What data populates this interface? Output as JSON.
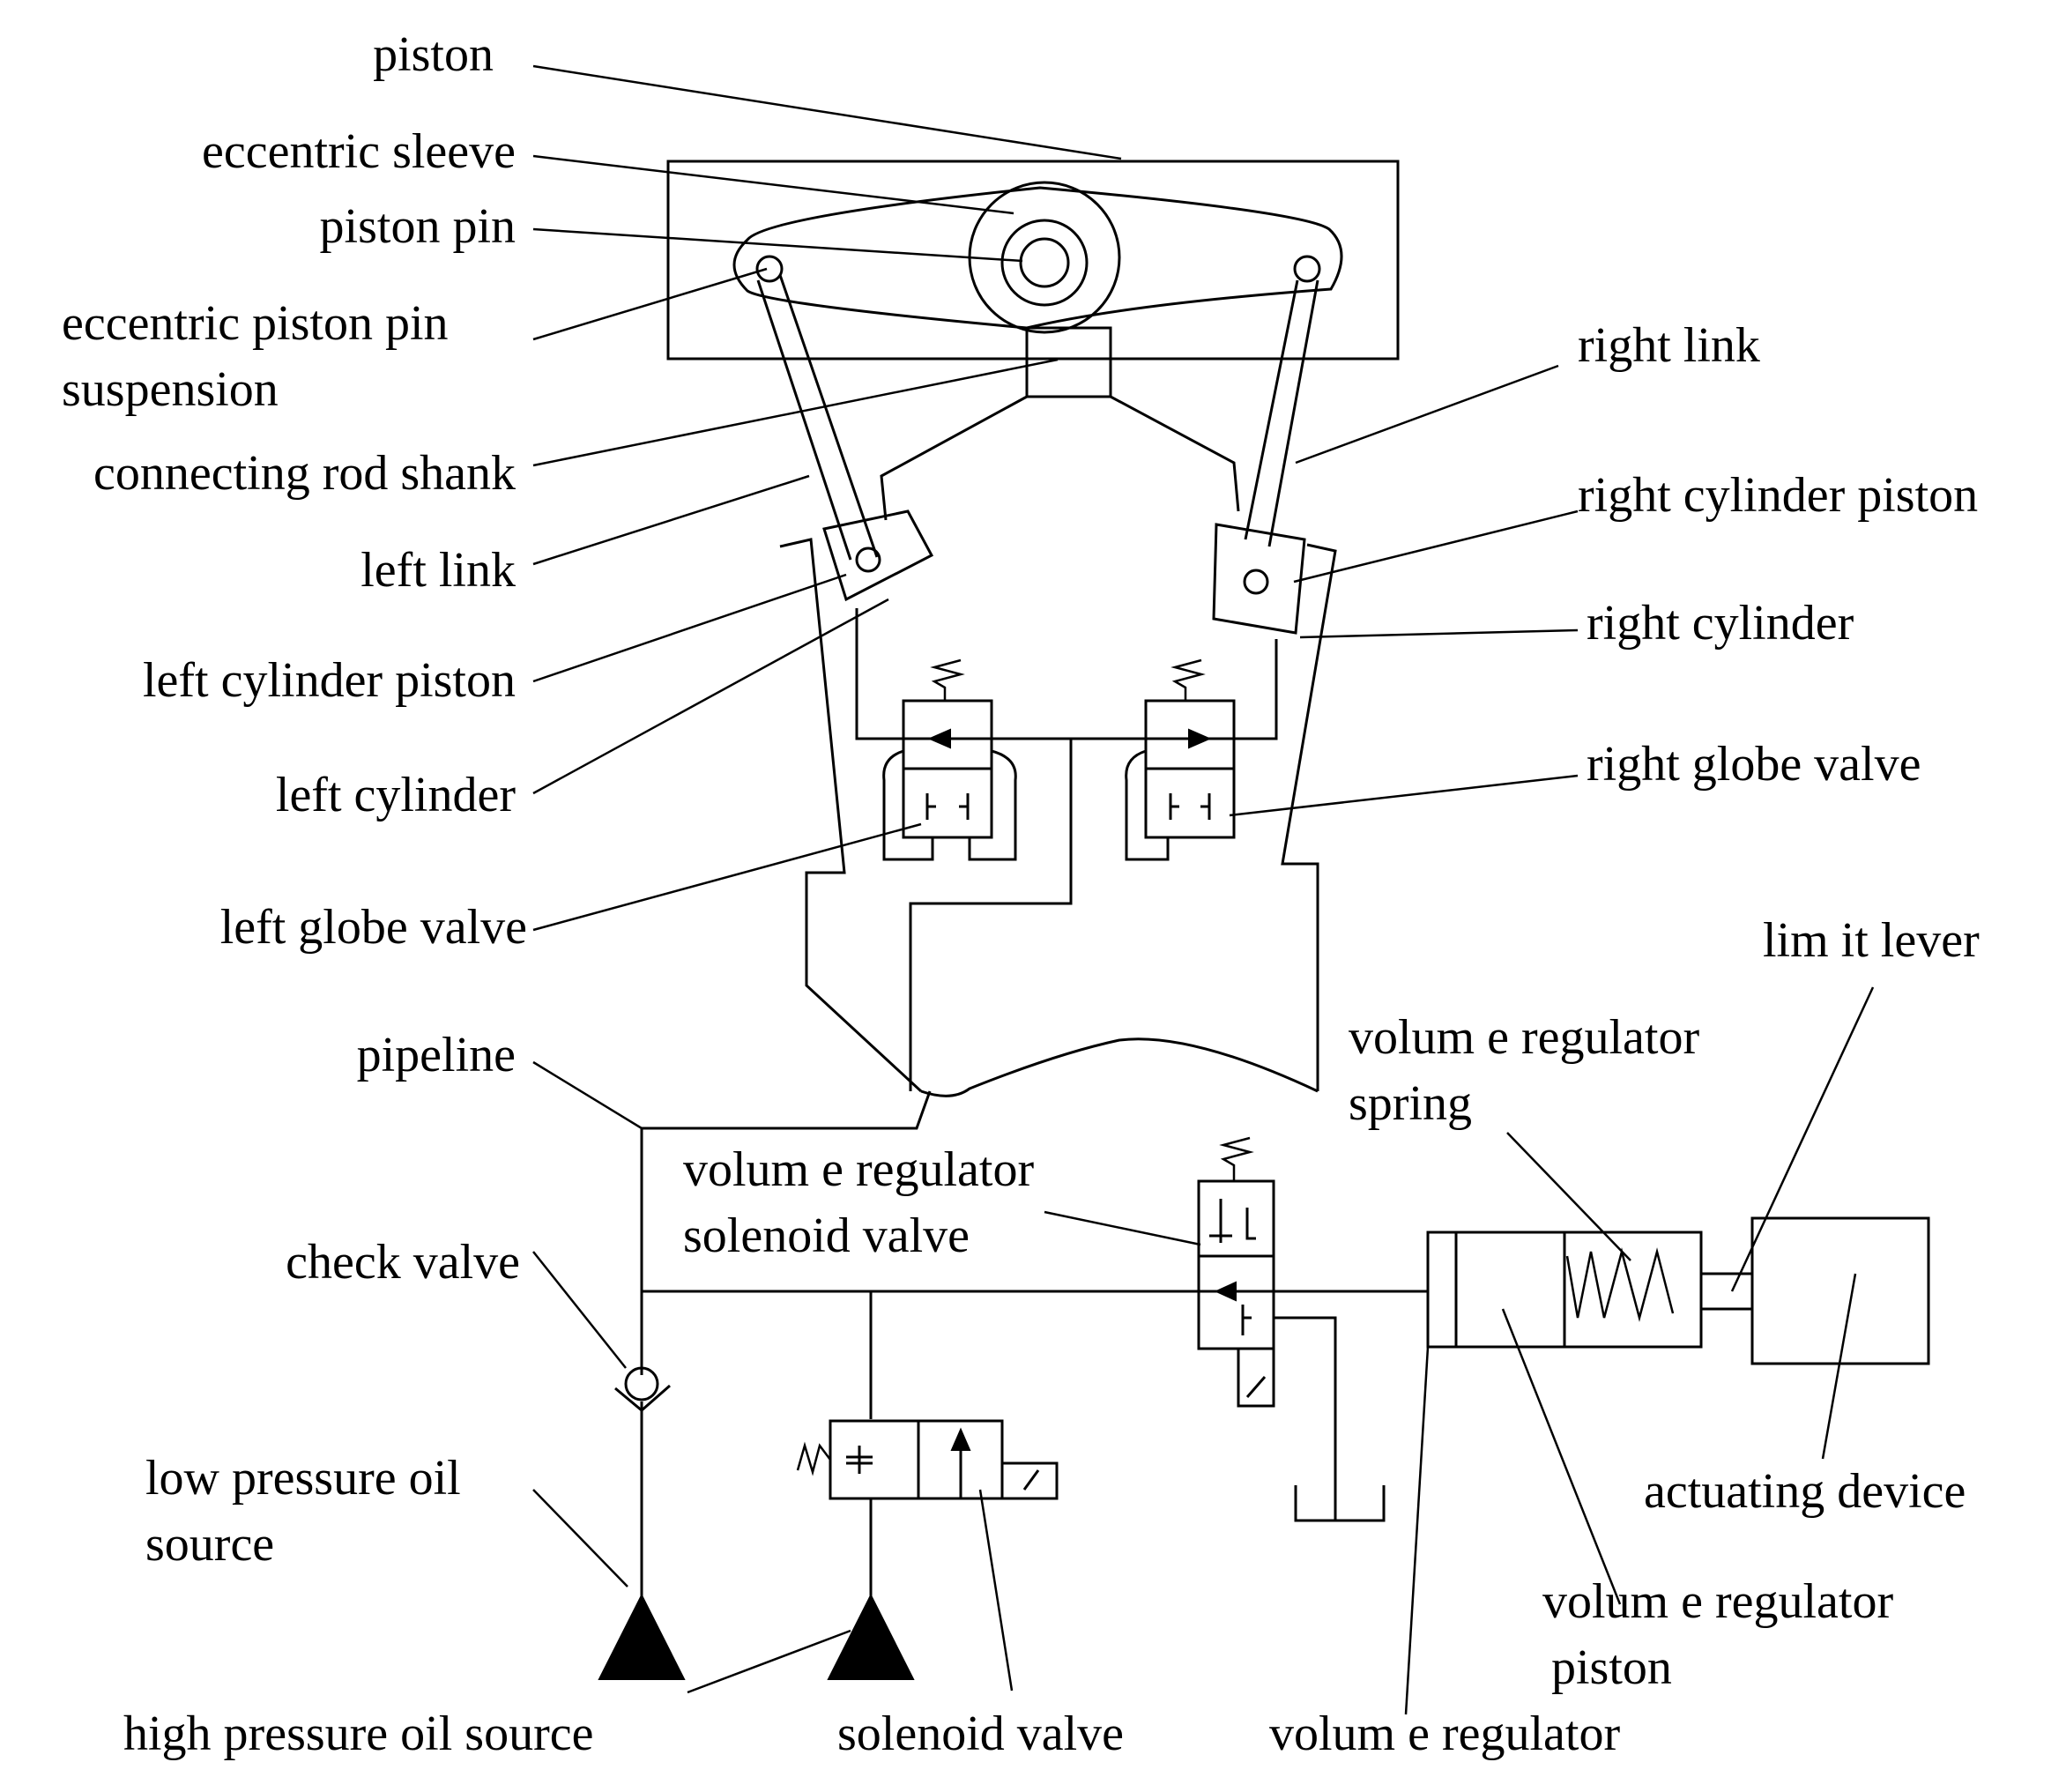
{
  "labels": {
    "piston": "piston",
    "eccentric_sleeve": "eccentric sleeve",
    "piston_pin": "piston pin",
    "eccentric_piston_pin_1": "eccentric piston pin",
    "eccentric_piston_pin_2": "suspension",
    "connecting_rod_shank": "connecting rod shank",
    "left_link": "left link",
    "left_cylinder_piston": "left cylinder piston",
    "left_cylinder": "left cylinder",
    "left_globe_valve": "left globe valve",
    "pipeline": "pipeline",
    "check_valve": "check valve",
    "low_pressure_1": "low pressure oil",
    "low_pressure_2": "source",
    "high_pressure": "high pressure oil source",
    "solenoid_valve": "solenoid valve",
    "right_link": "right link",
    "right_cylinder_piston": "right cylinder piston",
    "right_cylinder": "right cylinder",
    "right_globe_valve": "right globe valve",
    "limit_lever": "lim it lever",
    "vr_spring_1": "volum e regulator",
    "vr_spring_2": "spring",
    "vr_solenoid_1": "volum e regulator",
    "vr_solenoid_2": "solenoid valve",
    "actuating_device": "actuating device",
    "vr_piston_1": "volum e regulator",
    "vr_piston_2": "piston",
    "volume_regulator": "volum e regulator"
  }
}
